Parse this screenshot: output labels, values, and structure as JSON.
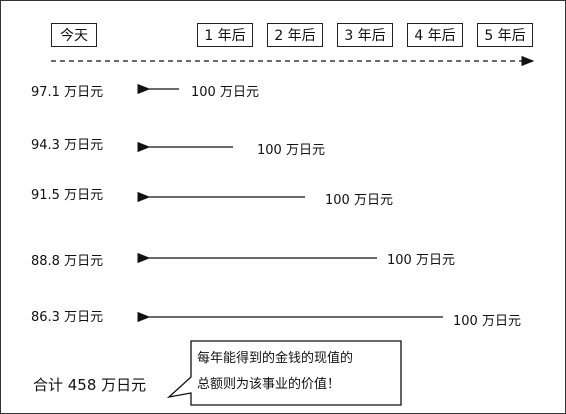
{
  "timeline": {
    "today": "今天",
    "years": [
      "1 年后",
      "2 年后",
      "3 年后",
      "4 年后",
      "5 年后"
    ]
  },
  "rows": [
    {
      "present": "97.1 万日元",
      "future": "100 万日元"
    },
    {
      "present": "94.3 万日元",
      "future": "100 万日元"
    },
    {
      "present": "91.5 万日元",
      "future": "100 万日元"
    },
    {
      "present": "88.8 万日元",
      "future": "100 万日元"
    },
    {
      "present": "86.3 万日元",
      "future": "100 万日元"
    }
  ],
  "total": "合计 458 万日元",
  "callout": {
    "line1": "每年能得到的金钱的现值的",
    "line2": "总额则为该事业的价值！"
  }
}
